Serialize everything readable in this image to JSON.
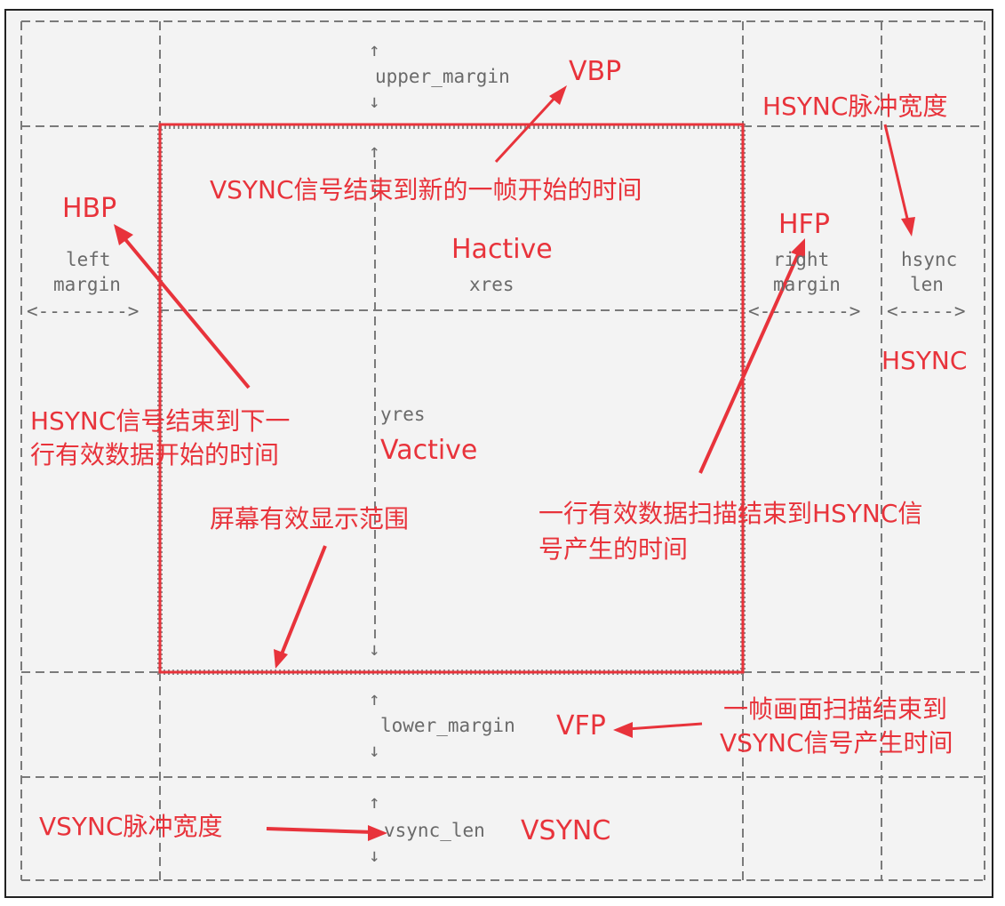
{
  "diagram": {
    "title": "LCD timing frame diagram",
    "colors": {
      "grid": "#7a7a7a",
      "highlight": "#e8333b",
      "background": "#f3f3f3",
      "mono_text": "#6a6a6a"
    },
    "labels": {
      "upper_margin": "upper_margin",
      "lower_margin": "lower_margin",
      "vsync_len": "vsync_len",
      "left_margin_1": "left",
      "left_margin_2": "margin",
      "right_margin_1": "right",
      "right_margin_2": "margin",
      "hsync_len_1": "hsync",
      "hsync_len_2": "len",
      "xres": "xres",
      "yres": "yres",
      "arrow_up": "↑",
      "arrow_down": "↓",
      "left_span": "<-------->",
      "right_span": "<-------->",
      "hsync_span": "<----->"
    },
    "annotations": {
      "vbp": "VBP",
      "vbp_desc": "VSYNC信号结束到新的一帧开始的时间",
      "hbp": "HBP",
      "hbp_desc_1": "HSYNC信号结束到下一",
      "hbp_desc_2": "行有效数据开始的时间",
      "hactive": "Hactive",
      "vactive": "Vactive",
      "hfp": "HFP",
      "hfp_desc_1": "一行有效数据扫描结束到HSYNC信",
      "hfp_desc_2": "号产生的时间",
      "hsync_width": "HSYNC脉冲宽度",
      "hsync": "HSYNC",
      "screen_area": "屏幕有效显示范围",
      "vfp": "VFP",
      "vfp_desc_1": "一帧画面扫描结束到",
      "vfp_desc_2": "VSYNC信号产生时间",
      "vsync_width": "VSYNC脉冲宽度",
      "vsync": "VSYNC"
    }
  }
}
